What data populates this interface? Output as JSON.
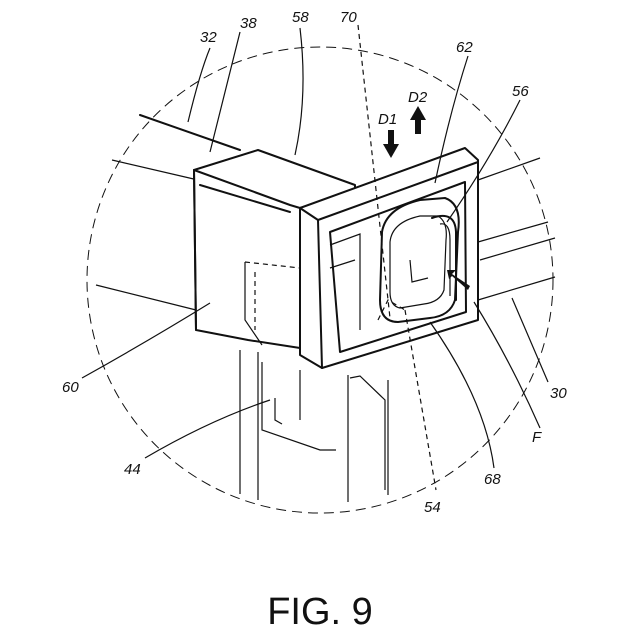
{
  "figure": {
    "caption": "FIG. 9",
    "labels": {
      "r32": "32",
      "r38": "38",
      "r58": "58",
      "r70": "70",
      "r62": "62",
      "r56": "56",
      "rD1": "D1",
      "rD2": "D2",
      "r60": "60",
      "r30": "30",
      "r44": "44",
      "r68": "68",
      "r54": "54",
      "rF": "F"
    }
  }
}
